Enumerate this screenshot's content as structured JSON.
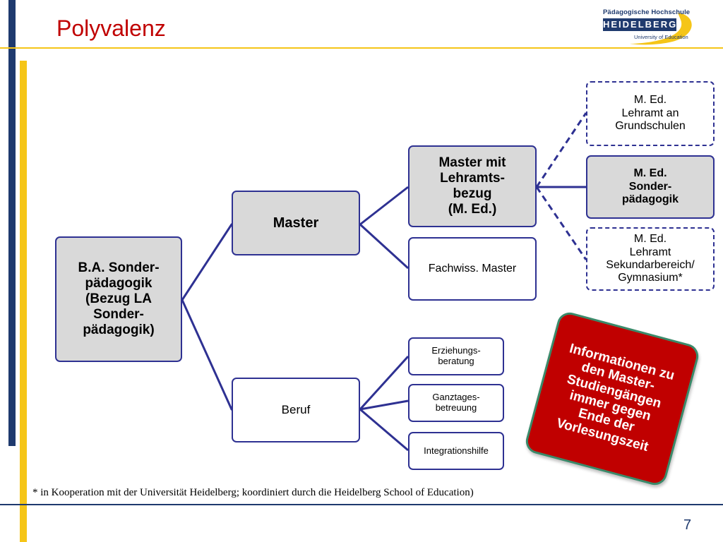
{
  "title": "Polyvalenz",
  "logo": {
    "line1": "Pädagogische Hochschule",
    "line2": "HEIDELBERG",
    "line3": "University of Education"
  },
  "nodes": {
    "root": "B.A. Sonder-\npädagogik\n(Bezug LA\nSonder-\npädagogik)",
    "master": "Master",
    "beruf": "Beruf",
    "master_lehramt": "Master mit\nLehramts-\nbezug\n(M. Ed.)",
    "fachwiss": "Fachwiss. Master",
    "grundschulen": "M. Ed.\nLehramt an\nGrundschulen",
    "sonder": "M. Ed.\nSonder-\npädagogik",
    "sekundar": "M. Ed.\nLehramt\nSekundarbereich/\nGymnasium*",
    "erziehung": "Erziehungs-\nberatung",
    "ganztages": "Ganztages-\nbetreuung",
    "integration": "Integrationshilfe"
  },
  "callout": "Informationen zu\nden Master-\nStudiengängen\nimmer gegen\nEnde der\nVorlesungszeit",
  "footnote": "* in Kooperation mit der Universität Heidelberg; koordiniert durch die Heidelberg School of Education)",
  "page_number": "7",
  "colors": {
    "title": "#c00000",
    "connector": "#2e3192",
    "node_fill_highlight": "#d9d9d9",
    "callout_fill": "#c00000",
    "callout_border": "#3a8a6a",
    "brand_blue": "#1f3a6e",
    "brand_yellow": "#f5c518"
  }
}
